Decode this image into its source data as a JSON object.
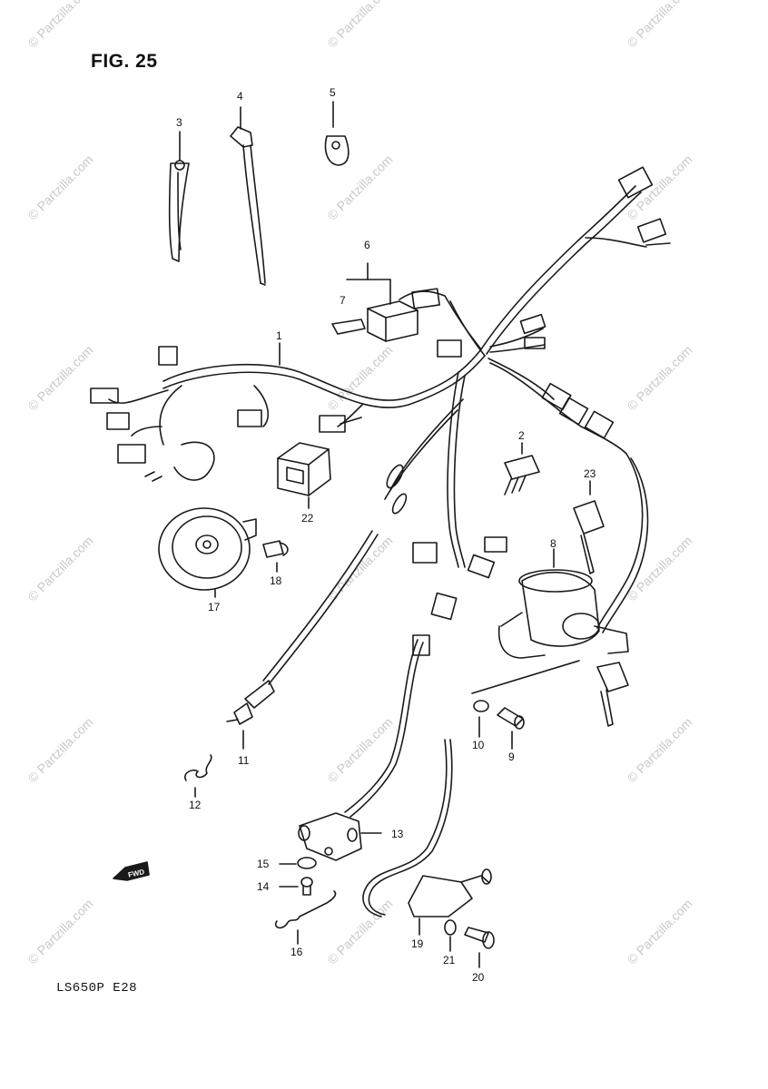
{
  "diagram": {
    "title": "FIG. 25",
    "model_code": "LS650P  E28",
    "watermark": "© Partzilla.com",
    "fwd_label": "FWD",
    "callouts": [
      "1",
      "2",
      "3",
      "4",
      "5",
      "6",
      "7",
      "8",
      "9",
      "10",
      "11",
      "12",
      "13",
      "14",
      "15",
      "16",
      "17",
      "18",
      "19",
      "20",
      "21",
      "22",
      "23"
    ]
  },
  "colors": {
    "line": "#1a1a1a",
    "watermark": "#c9c9c9",
    "background": "#ffffff"
  }
}
